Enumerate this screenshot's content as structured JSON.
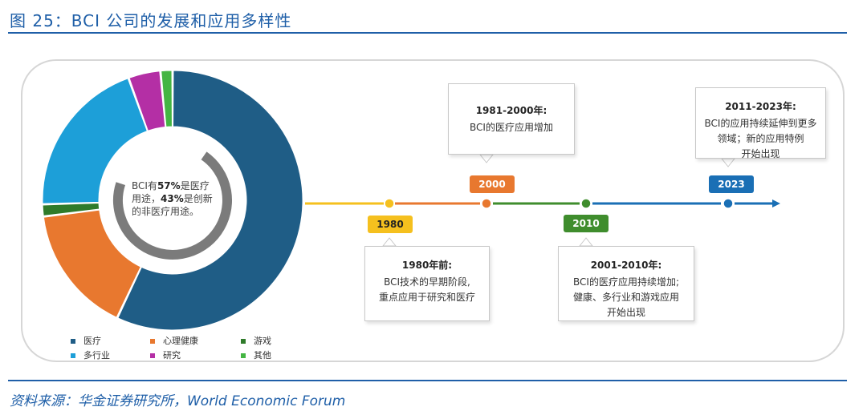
{
  "figure": {
    "title": "图 25：BCI 公司的发展和应用多样性",
    "source": "资料来源：华金证券研究所，World Economic Forum"
  },
  "chart_data": [
    {
      "type": "pie",
      "categories": [
        "医疗",
        "心理健康",
        "游戏",
        "多行业",
        "研究",
        "其他"
      ],
      "values": [
        57,
        16,
        1.5,
        20,
        4,
        1.5
      ],
      "colors": [
        "#1f5d86",
        "#e8782f",
        "#2f7b2a",
        "#1d9fd8",
        "#b42fa5",
        "#44b543"
      ],
      "legend_position": "bottom-left",
      "center_text": {
        "line1_pre": "BCI有",
        "line1_bold": "57%",
        "line1_post": "是医疗",
        "line2_pre": "用途，",
        "line2_bold": "43%",
        "line2_post": "是创新",
        "line3": "的非医疗用途。"
      }
    },
    {
      "type": "timeline",
      "points": [
        {
          "year": "1980",
          "color": "#f5c01e",
          "title": "1980年前:",
          "lines": [
            "BCI技术的早期阶段,",
            "重点应用于研究和医疗"
          ]
        },
        {
          "year": "2000",
          "color": "#e8782f",
          "title": "1981-2000年:",
          "lines": [
            "BCI的医疗应用增加"
          ]
        },
        {
          "year": "2010",
          "color": "#3f8d2d",
          "title": "2001-2010年:",
          "lines": [
            "BCI的医疗应用持续增加;",
            "健康、多行业和游戏应用",
            "开始出现"
          ]
        },
        {
          "year": "2023",
          "color": "#1a6fb5",
          "title": "2011-2023年:",
          "lines": [
            "BCI的应用持续延伸到更多",
            "领域；新的应用特例",
            "开始出现"
          ]
        }
      ]
    }
  ]
}
